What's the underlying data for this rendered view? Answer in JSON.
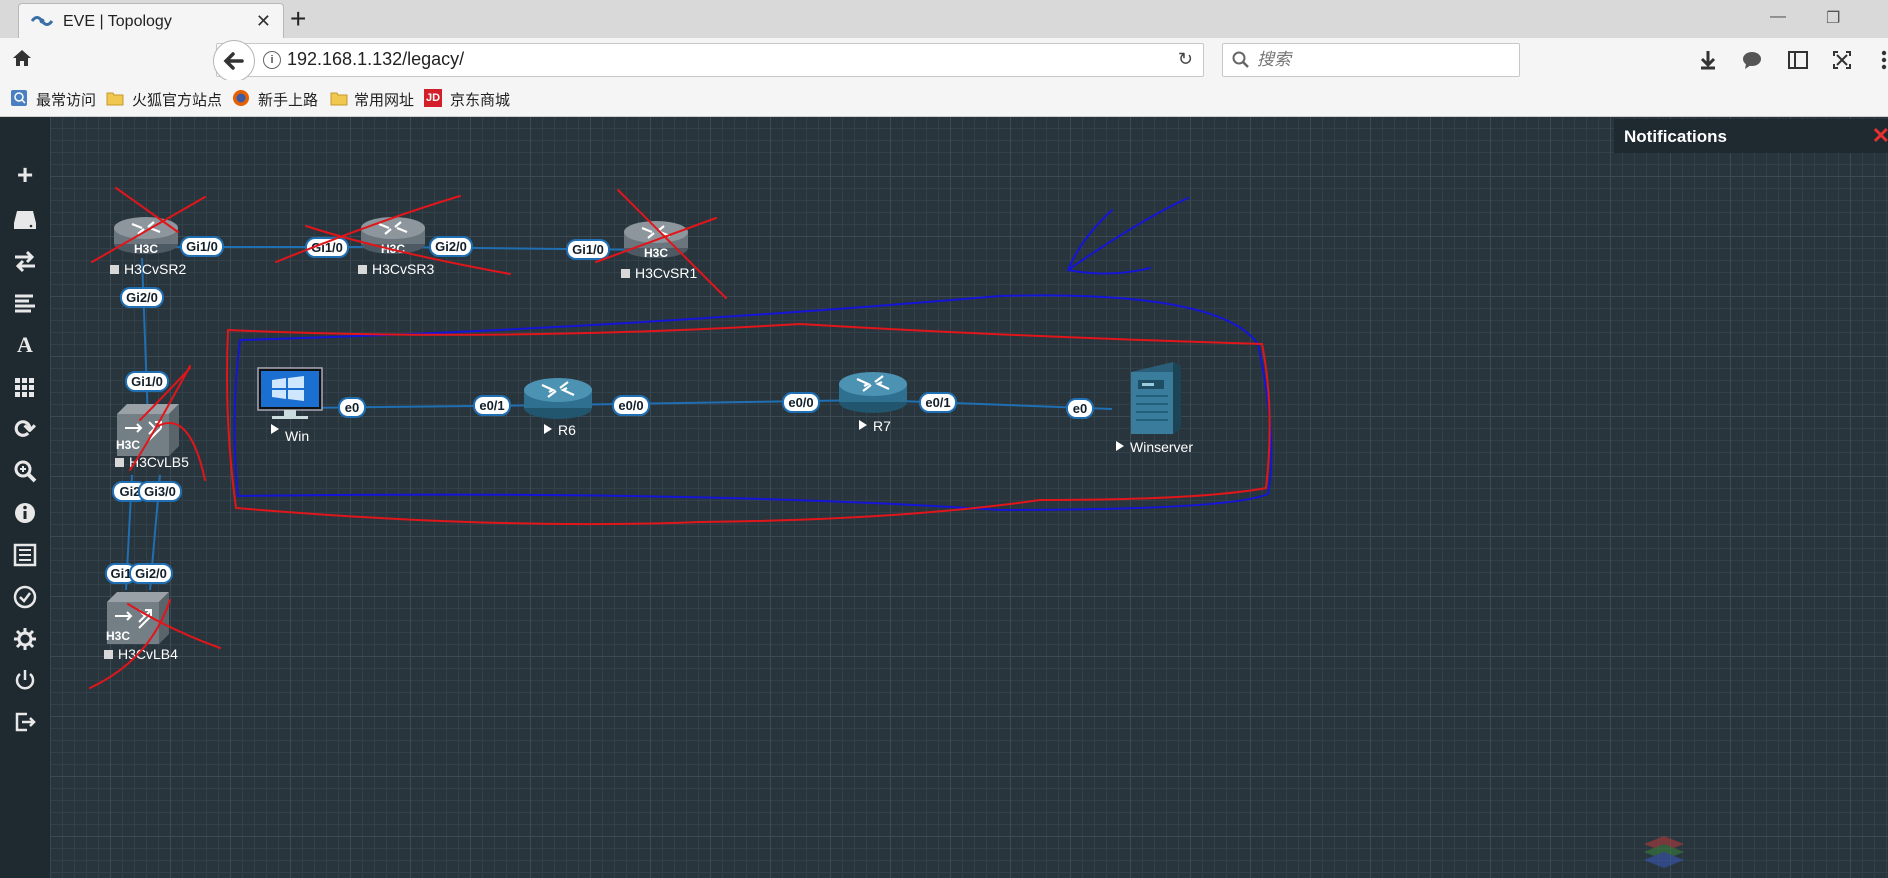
{
  "browser": {
    "tab_title": "EVE | Topology",
    "tab_close": "✕",
    "new_tab": "+",
    "url": "192.168.1.132/legacy/",
    "search_placeholder": "搜索",
    "win_minimize": "—",
    "win_restore": "❐",
    "bookmarks": [
      {
        "label": "最常访问",
        "icon": "most-visited-icon"
      },
      {
        "label": "火狐官方站点",
        "icon": "folder-icon"
      },
      {
        "label": "新手上路",
        "icon": "firefox-icon"
      },
      {
        "label": "常用网址",
        "icon": "folder-icon"
      },
      {
        "label": "京东商城",
        "icon": "jd-icon"
      }
    ],
    "jd_icon_text": "JD"
  },
  "sidebar": {
    "icons": [
      "add-icon",
      "drive-icon",
      "network-icon",
      "list-icon",
      "text-icon",
      "grid-icon",
      "refresh-icon",
      "zoom-icon",
      "info-icon",
      "log-icon",
      "check-icon",
      "settings-icon",
      "power-icon",
      "logout-icon"
    ]
  },
  "notifications": {
    "title": "Notifications",
    "close": "✕"
  },
  "topology": {
    "nodes": [
      {
        "id": "sr2",
        "label": "H3CvSR2",
        "brand": "H3C",
        "kind": "h3c-router",
        "status": "stopped"
      },
      {
        "id": "sr3",
        "label": "H3CvSR3",
        "brand": "H3C",
        "kind": "h3c-router",
        "status": "stopped"
      },
      {
        "id": "sr1",
        "label": "H3CvSR1",
        "brand": "H3C",
        "kind": "h3c-router",
        "status": "stopped"
      },
      {
        "id": "lb5",
        "label": "H3CvLB5",
        "brand": "H3C",
        "kind": "h3c-lb",
        "status": "stopped"
      },
      {
        "id": "lb4",
        "label": "H3CvLB4",
        "brand": "H3C",
        "kind": "h3c-lb",
        "status": "stopped"
      },
      {
        "id": "win",
        "label": "Win",
        "kind": "pc",
        "status": "running"
      },
      {
        "id": "r6",
        "label": "R6",
        "kind": "router",
        "status": "running"
      },
      {
        "id": "r7",
        "label": "R7",
        "kind": "router",
        "status": "running"
      },
      {
        "id": "winserver",
        "label": "Winserver",
        "kind": "server",
        "status": "running"
      }
    ],
    "ports": {
      "sr2_gi10": "Gi1/0",
      "sr3_gi10": "Gi1/0",
      "sr3_gi20": "Gi2/0",
      "sr1_gi10": "Gi1/0",
      "sr2_gi20": "Gi2/0",
      "lb5_gi10": "Gi1/0",
      "lb5_gi2": "Gi2",
      "lb5_gi30": "Gi3/0",
      "lb4_gi1": "Gi1",
      "lb4_gi20": "Gi2/0",
      "win_e0": "e0",
      "r6_e01": "e0/1",
      "r6_e00": "e0/0",
      "r7_e00": "e0/0",
      "r7_e01": "e0/1",
      "winserver_e0": "e0"
    }
  }
}
